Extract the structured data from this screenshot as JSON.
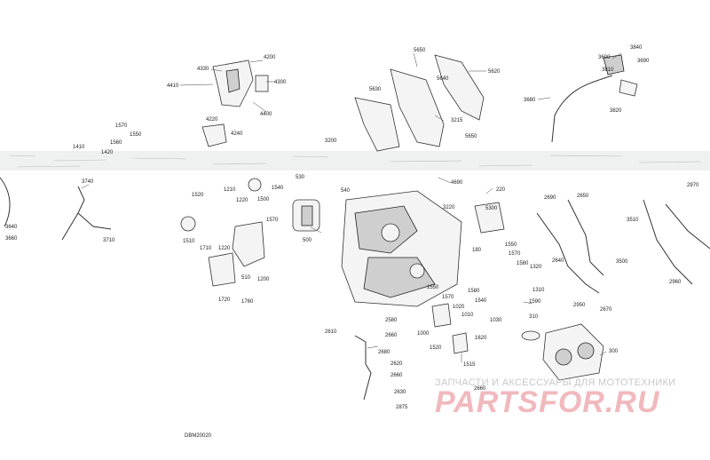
{
  "diagram": {
    "reference": "DBM20020",
    "callouts": [
      "4330",
      "4200",
      "4410",
      "4300",
      "4400",
      "4220",
      "4240",
      "1570",
      "1550",
      "1560",
      "1410",
      "1420",
      "5650",
      "5620",
      "5640",
      "5630",
      "3215",
      "5650",
      "3200",
      "4690",
      "3600",
      "3840",
      "3810",
      "3690",
      "3680",
      "3820",
      "3740",
      "3640",
      "3660",
      "3710",
      "1520",
      "1210",
      "1540",
      "530",
      "540",
      "1220",
      "1500",
      "1570",
      "1510",
      "500",
      "1710",
      "1220",
      "510",
      "1200",
      "1720",
      "1760",
      "220",
      "3220",
      "5300",
      "180",
      "2690",
      "2650",
      "2970",
      "3510",
      "1550",
      "1570",
      "1580",
      "1320",
      "1580",
      "1310",
      "1590",
      "1540",
      "1550",
      "1570",
      "1020",
      "1010",
      "1000",
      "1520",
      "1030",
      "1620",
      "1515",
      "2640",
      "3500",
      "2670",
      "2950",
      "310",
      "300",
      "2960",
      "2580",
      "2610",
      "2660",
      "2680",
      "2620",
      "2660",
      "2630",
      "2660",
      "2875"
    ]
  },
  "watermark": {
    "subtitle": "ЗАПЧАСТИ И АКСЕССУАРЫ ДЛЯ МОТОТЕХНИКИ",
    "brand": "PARTSFOR.RU"
  }
}
